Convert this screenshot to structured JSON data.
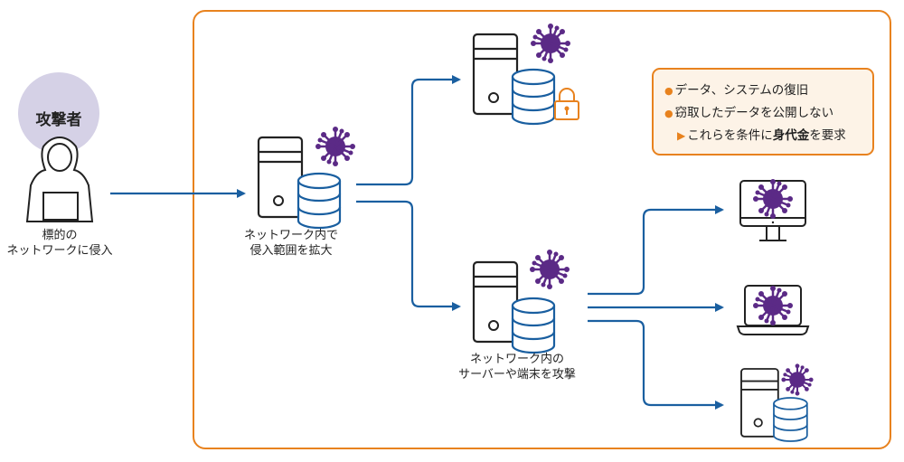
{
  "attacker": {
    "title": "攻撃者",
    "caption_line1": "標的の",
    "caption_line2": "ネットワークに侵入"
  },
  "stage2": {
    "caption_line1": "ネットワーク内で",
    "caption_line2": "侵入範囲を拡大"
  },
  "stage3": {
    "caption_line1": "ネットワーク内の",
    "caption_line2": "サーバーや端末を攻撃"
  },
  "demand_box": {
    "item1": "データ、システムの復旧",
    "item2": "窃取したデータを公開しない",
    "conclusion_prefix": "これらを条件に",
    "conclusion_emphasis": "身代金",
    "conclusion_suffix": "を要求",
    "bullet_glyph": "●",
    "arrow_glyph": "▶"
  },
  "icons": {
    "attacker": "hooded-hacker-icon",
    "server": "server-database-icon",
    "virus": "virus-icon",
    "lock": "padlock-icon",
    "monitor": "desktop-monitor-icon",
    "laptop": "laptop-icon"
  },
  "colors": {
    "frame": "#E8821E",
    "arrow": "#1A5FA0",
    "virus": "#5B2A86",
    "database": "#1A5FA0",
    "lock": "#E8821E",
    "attacker_circle": "#D5D1E6",
    "demand_bg": "#FDF3E7"
  }
}
